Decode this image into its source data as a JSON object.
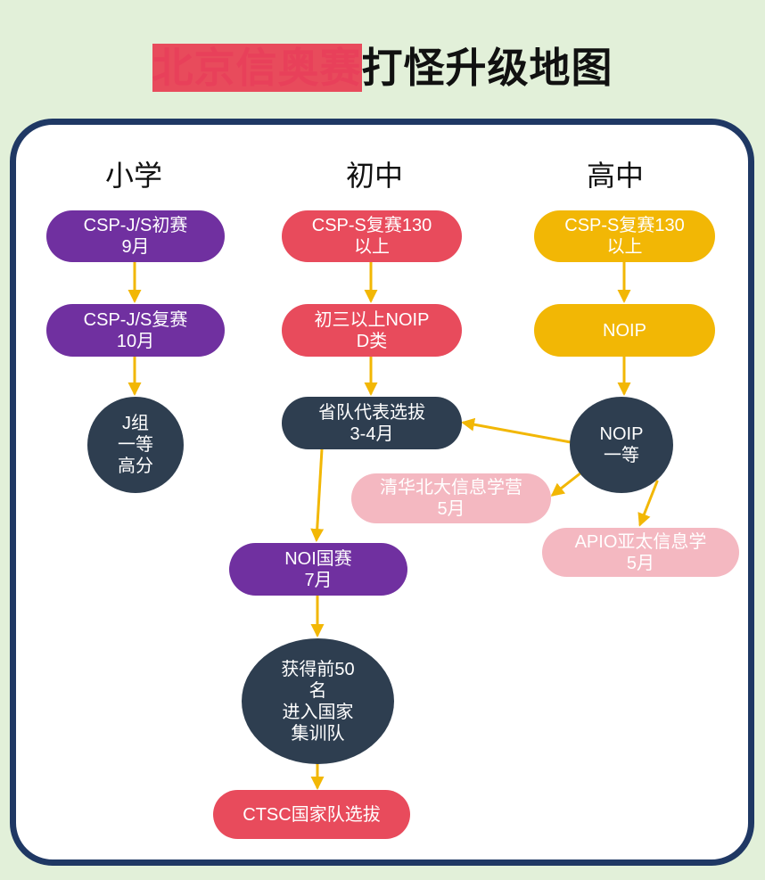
{
  "title": {
    "part1": "北京信奥赛",
    "part2": "打怪升级地图"
  },
  "columns": {
    "primary": "小学",
    "middle": "初中",
    "high": "高中"
  },
  "nodes": {
    "p1": "CSP-J/S初赛\n9月",
    "p2": "CSP-J/S复赛\n10月",
    "p3": "J组\n一等\n高分",
    "m1": "CSP-S复赛130\n以上",
    "m2": "初三以上NOIP\nD类",
    "m3": "省队代表选拔\n3-4月",
    "m4": "NOI国赛\n7月",
    "m5": "获得前50\n名\n进入国家\n集训队",
    "m6": "CTSC国家队选拔",
    "h1": "CSP-S复赛130\n以上",
    "h2": "NOIP",
    "h3": "NOIP\n一等",
    "h4": "清华北大信息学营\n5月",
    "h5": "APIO亚太信息学\n5月"
  },
  "colors": {
    "title_red": "#e8405a",
    "border": "#1f3864",
    "purple": "#7030a0",
    "red": "#e84b5c",
    "yellow": "#f2b705",
    "navy": "#2e3e50",
    "pink": "#f4b8c1",
    "arrow": "#f2b705",
    "background": "#e2f0d9"
  }
}
